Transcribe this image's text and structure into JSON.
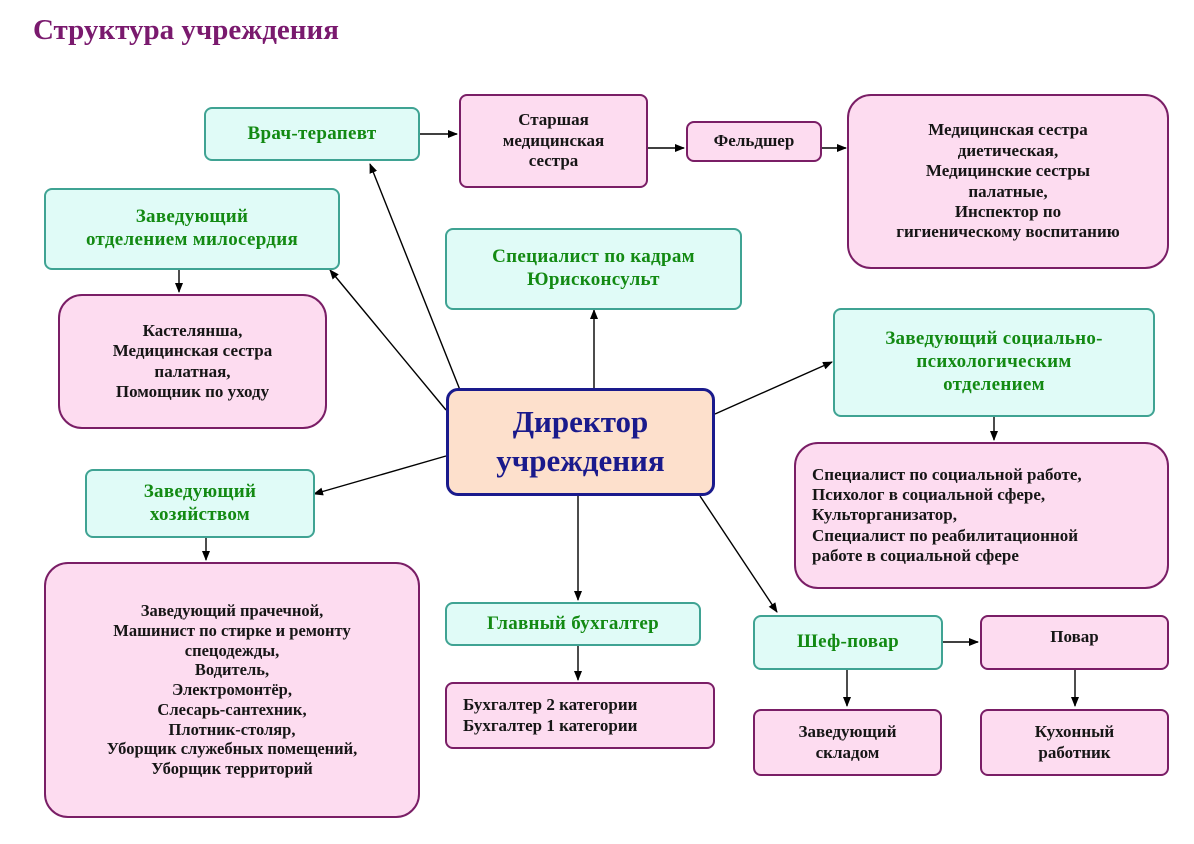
{
  "title": "Структура учреждения",
  "director": "Директор\nучреждения",
  "heads": {
    "therapist": "Врач-терапевт",
    "mercy_head": "Заведующий\nотделением милосердия",
    "hr": "Специалист по кадрам\nЮрисконсульт",
    "social_head": "Заведующий социально-\nпсихологическим\nотделением",
    "household_head": "Заведующий\nхозяйством",
    "chief_accountant": "Главный бухгалтер",
    "chef": "Шеф-повар"
  },
  "staff": {
    "senior_nurse": "Старшая\nмедицинская\nсестра",
    "paramedic": "Фельдшер",
    "nurses": "Медицинская сестра\nдиетическая,\nМедицинские сестры\nпалатные,\nИнспектор по\nгигиеническому воспитанию",
    "mercy_staff": "Кастелянша,\nМедицинская сестра\nпалатная,\nПомощник по уходу",
    "social_staff": "Специалист по социальной работе,\nПсихолог в социальной сфере,\nКульторганизатор,\nСпециалист по реабилитационной\nработе в социальной сфере",
    "household_staff": "Заведующий прачечной,\nМашинист по стирке и ремонту\nспецодежды,\nВодитель,\nЭлектромонтёр,\nСлесарь-сантехник,\nПлотник-столяр,\nУборщик служебных помещений,\nУборщик территорий",
    "accountants": "Бухгалтер 2 категории\nБухгалтер 1 категории",
    "cook": "Повар",
    "warehouse_head": "Заведующий\nскладом",
    "kitchen_worker": "Кухонный\nработник"
  },
  "colors": {
    "head_fill": "#e0fbf7",
    "head_border": "#3fa393",
    "head_text": "#138a13",
    "staff_fill": "#fddcf0",
    "staff_border": "#7a1e66",
    "director_fill": "#fde0cc",
    "director_border": "#1a1a8c",
    "title_color": "#7a1a6e"
  }
}
